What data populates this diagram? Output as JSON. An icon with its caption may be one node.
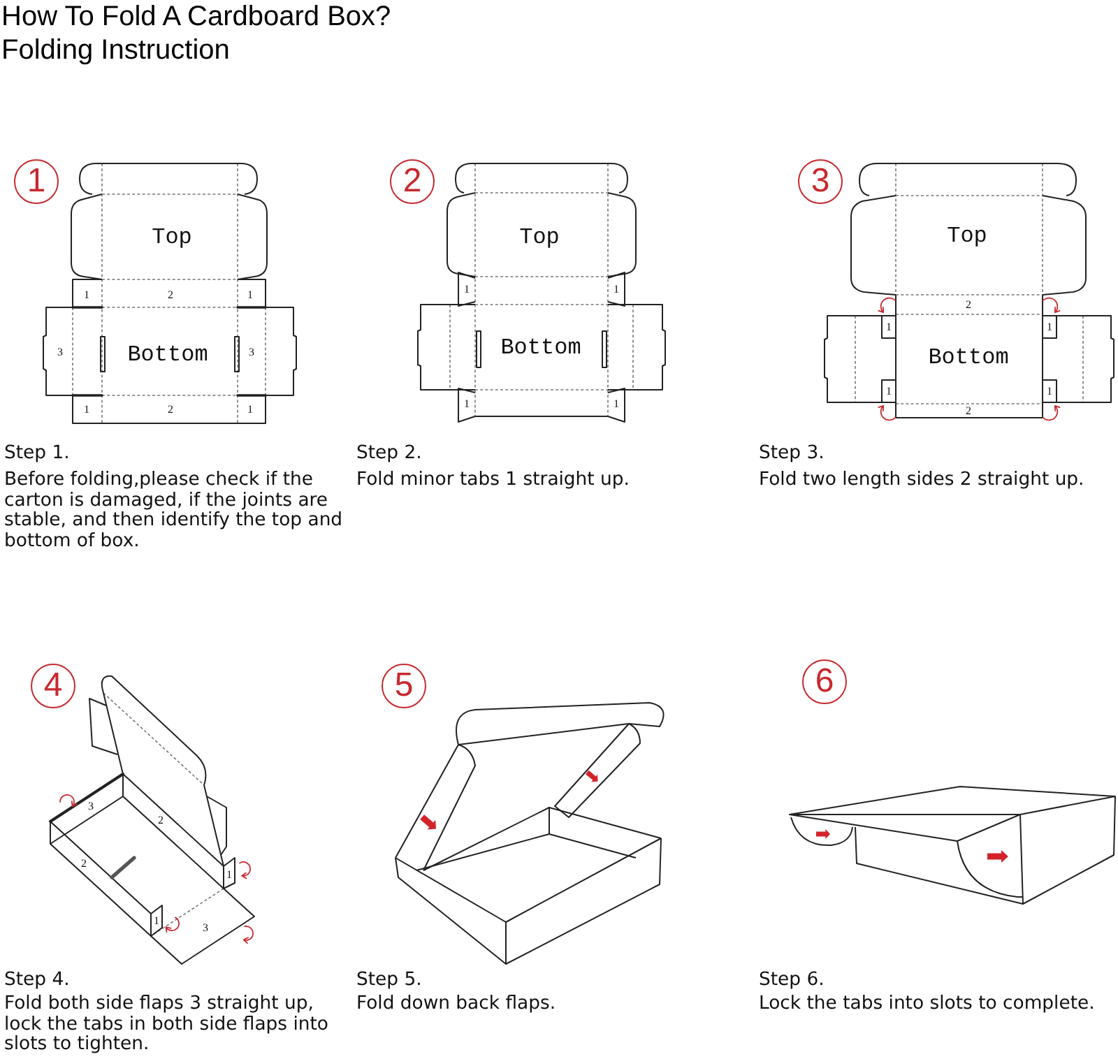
{
  "diagram": {
    "title": "How To Fold A Cardboard Box? Folding Instruction",
    "nodes": [
      {
        "text": [
          "1"
        ]
      },
      {
        "text": [
          "2"
        ]
      },
      {
        "text": [
          "3"
        ]
      },
      {
        "text": [
          "4"
        ]
      },
      {
        "text": [
          "5"
        ]
      },
      {
        "text": [
          "6"
        ]
      }
    ],
    "labels": [
      "Top",
      "1",
      "2",
      "1",
      "3",
      "Bottom",
      "3",
      "1",
      "2",
      "1",
      "Step 1.",
      "Before folding,please check if the carton is damaged, if the joints are stable, and then identify the top and bottom of box.",
      "Top",
      "1",
      "1",
      "Bottom",
      "1",
      "1",
      "Step 2.",
      "Fold minor tabs 1 straight up.",
      "Top",
      "2",
      "1",
      "1",
      "Bottom",
      "1",
      "1",
      "2",
      "Step 3.",
      "Fold two length sides 2 straight up.",
      "3",
      "2",
      "1",
      "2",
      "1",
      "3",
      "Step 4.",
      "Fold both side flaps 3 straight up, lock the tabs in both side flaps into slots to tighten.",
      "Step 5.",
      "Fold down back flaps.",
      "Step 6.",
      "Lock the tabs into slots to complete."
    ]
  }
}
